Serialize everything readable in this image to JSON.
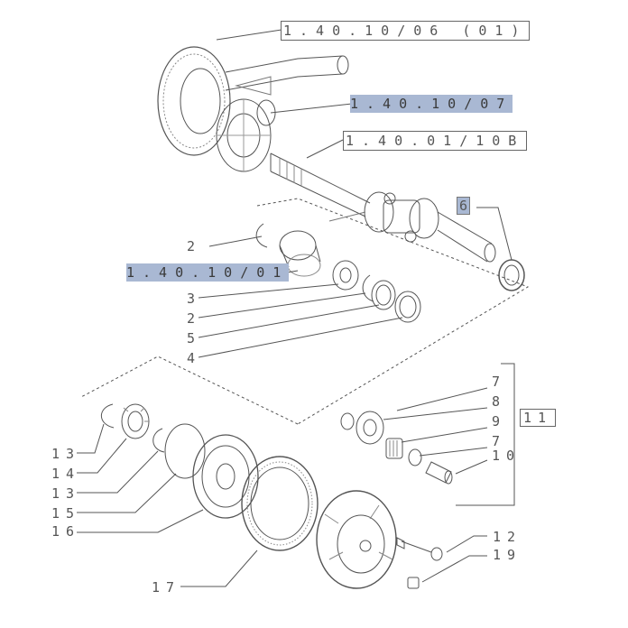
{
  "references": {
    "ref_top": "1.40.10/06 (01)",
    "ref_differential": "1.40.10/07",
    "ref_shaft": "1.40.01/10B",
    "ref_left": "1.40.10/01"
  },
  "callouts": {
    "c6": "6",
    "c2a": "2",
    "c3": "3",
    "c2b": "2",
    "c5": "5",
    "c4": "4",
    "c7a": "7",
    "c8": "8",
    "c9": "9",
    "c7b": "7",
    "c10": "10",
    "c11": "11",
    "c13a": "13",
    "c14": "14",
    "c13b": "13",
    "c15": "15",
    "c16": "16",
    "c17": "17",
    "c12": "12",
    "c19": "19"
  },
  "colors": {
    "highlight": "#a9b8d3",
    "line": "#555555"
  }
}
